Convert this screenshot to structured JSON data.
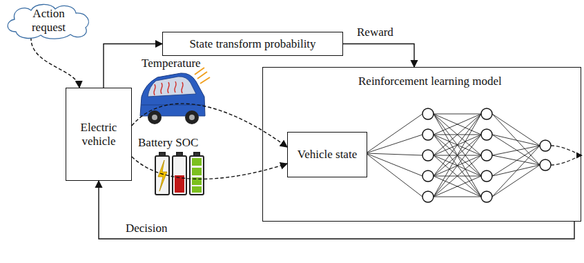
{
  "diagram": {
    "nodes": [
      {
        "text": [
          "Action request"
        ]
      },
      {
        "text": [
          "Electric vehicle"
        ]
      },
      {
        "text": [
          "State transform probability"
        ]
      },
      {
        "text": [
          "Reinforcement learning model"
        ]
      },
      {
        "text": [
          "Vehicle state"
        ],
        "in": 3
      }
    ],
    "edges": [
      {
        "from": 0,
        "to": 1,
        "arrow": "to"
      },
      {
        "from": 1,
        "to": 2,
        "arrow": "to"
      },
      {
        "from": 2,
        "to": 3,
        "label": "Reward",
        "arrow": "to"
      },
      {
        "from": 1,
        "to": 4,
        "arrow": "to"
      },
      {
        "from": 1,
        "to": 4,
        "arrow": "to"
      },
      {
        "from": 3,
        "to": 1,
        "label": "Decision",
        "arrow": "to"
      }
    ],
    "labels": [
      "Temperature",
      "Battery SOC"
    ]
  }
}
